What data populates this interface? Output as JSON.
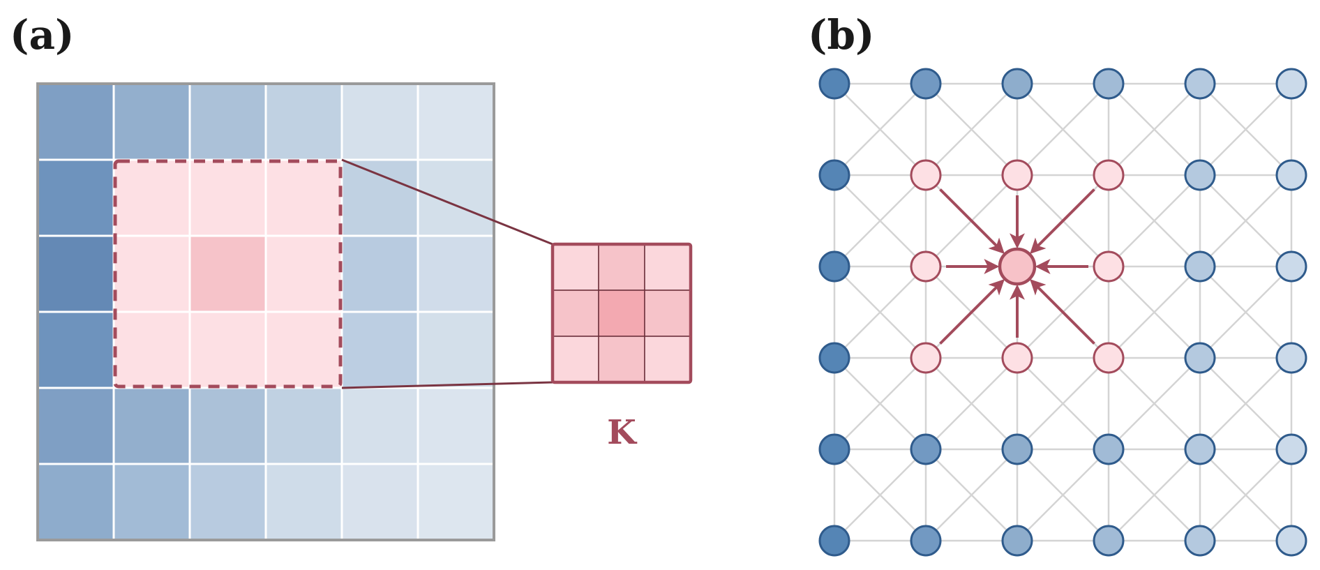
{
  "panel_a": {
    "label": "(a)",
    "grid": {
      "rows": 6,
      "cols": 6,
      "fill_colors": [
        [
          "#7f9fc4",
          "#93afcd",
          "#abc1d8",
          "#c0d1e2",
          "#d5e0eb",
          "#dbe4ee"
        ],
        [
          "#6e93bd",
          "#fde0e4",
          "#fde0e4",
          "#fde0e4",
          "#c0d1e2",
          "#d3dfea"
        ],
        [
          "#6489b5",
          "#fde0e4",
          "#f6c3c9",
          "#fde0e4",
          "#b8cbe0",
          "#d0dcea"
        ],
        [
          "#6e93bd",
          "#fde0e4",
          "#fde0e4",
          "#fde0e4",
          "#bccee2",
          "#d3dfea"
        ],
        [
          "#7f9fc4",
          "#93afcd",
          "#abc1d8",
          "#c0d1e2",
          "#d5e0eb",
          "#dbe4ee"
        ],
        [
          "#8eaccc",
          "#a2bbd6",
          "#b8cbe0",
          "#cfdce9",
          "#d9e2ed",
          "#dde6ef"
        ]
      ],
      "highlight_window": {
        "row_start": 1,
        "col_start": 1,
        "size": 3
      }
    },
    "kernel": {
      "label": "K",
      "fill_colors": [
        [
          "#fbd7dc",
          "#f6c3c9",
          "#fbd7dc"
        ],
        [
          "#f6c3c9",
          "#f3a9b1",
          "#f6c3c9"
        ],
        [
          "#fbd7dc",
          "#f6c3c9",
          "#fbd7dc"
        ]
      ]
    },
    "colors": {
      "grid_border": "#9a9a9a",
      "cell_divider": "#ffffff",
      "window_stroke": "#a34b5c",
      "kernel_stroke": "#a34b5c",
      "kernel_line": "#6b2f3a",
      "connector_line": "#7a3442",
      "label_color": "#a34b5c"
    }
  },
  "panel_b": {
    "label": "(b)",
    "lattice": {
      "rows": 6,
      "cols": 6,
      "node_fill_by_col": [
        "#5585b5",
        "#7299c2",
        "#8eadcc",
        "#a1bbd6",
        "#b4c9df",
        "#cbdaea"
      ],
      "center_node": {
        "row": 2,
        "col": 2
      },
      "neighbor_nodes": [
        [
          1,
          1
        ],
        [
          1,
          2
        ],
        [
          1,
          3
        ],
        [
          2,
          1
        ],
        [
          2,
          3
        ],
        [
          3,
          1
        ],
        [
          3,
          2
        ],
        [
          3,
          3
        ]
      ]
    },
    "colors": {
      "node_stroke": "#2f5b8c",
      "edge": "#d4d4d4",
      "neighbor_fill": "#fde0e4",
      "neighbor_stroke": "#a34b5c",
      "center_fill": "#f7c2c8",
      "center_stroke": "#a34b5c",
      "arrow": "#a34b5c"
    }
  }
}
